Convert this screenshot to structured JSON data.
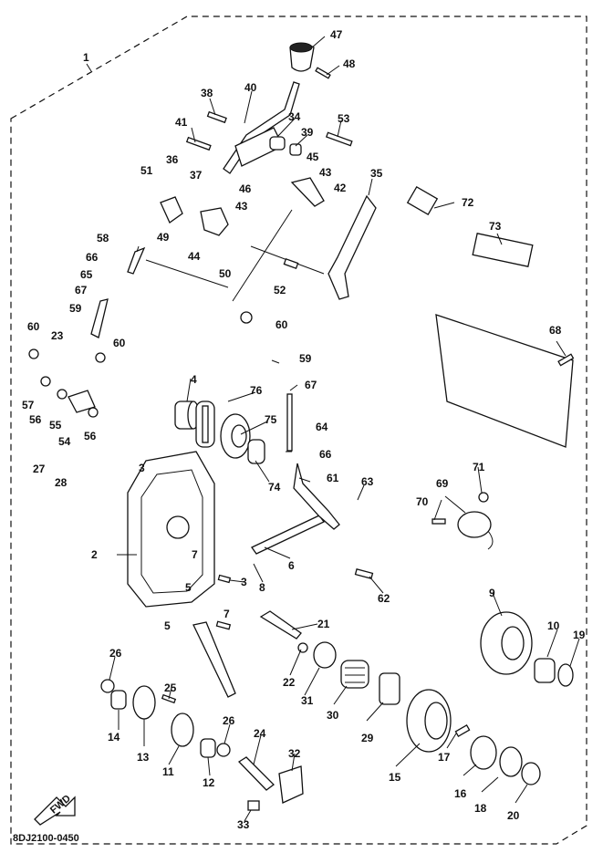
{
  "diagram": {
    "code": "8DJ2100-0450",
    "fwd_label": "FWD",
    "callouts": [
      "1",
      "2",
      "3",
      "3",
      "4",
      "5",
      "5",
      "6",
      "7",
      "7",
      "8",
      "9",
      "10",
      "11",
      "12",
      "13",
      "14",
      "15",
      "16",
      "17",
      "18",
      "19",
      "20",
      "21",
      "22",
      "23",
      "24",
      "25",
      "26",
      "26",
      "27",
      "28",
      "29",
      "30",
      "31",
      "32",
      "33",
      "34",
      "35",
      "36",
      "37",
      "38",
      "39",
      "40",
      "41",
      "42",
      "43",
      "43",
      "44",
      "45",
      "46",
      "47",
      "48",
      "49",
      "50",
      "51",
      "52",
      "53",
      "54",
      "55",
      "56",
      "56",
      "57",
      "58",
      "59",
      "59",
      "60",
      "60",
      "60",
      "61",
      "62",
      "63",
      "64",
      "65",
      "66",
      "66",
      "67",
      "67",
      "68",
      "69",
      "70",
      "71",
      "72",
      "73",
      "74",
      "75",
      "76"
    ]
  }
}
